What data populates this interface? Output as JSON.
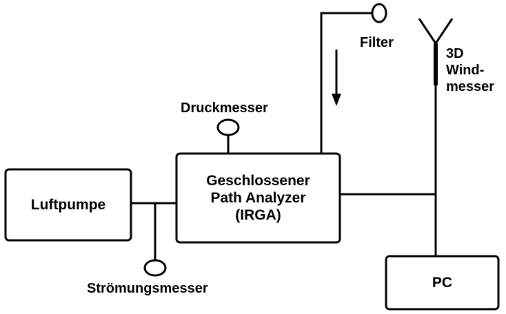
{
  "colors": {
    "stroke": "#000000",
    "background": "#ffffff"
  },
  "boxes": {
    "pump": "Luftpumpe",
    "analyzer": {
      "line1": "Geschlossener",
      "line2": "Path Analyzer",
      "line3": "(IRGA)"
    },
    "pc": "PC"
  },
  "labels": {
    "pressure_gauge": "Druckmesser",
    "flow_meter": "Strömungsmesser",
    "filter": "Filter",
    "anemometer": {
      "line1": "3D",
      "line2": "Wind-",
      "line3": "messer"
    }
  },
  "icons": {
    "flow_direction": "down-arrow-icon",
    "gauge": "ellipse-icon",
    "antenna": "anemometer-icon"
  }
}
